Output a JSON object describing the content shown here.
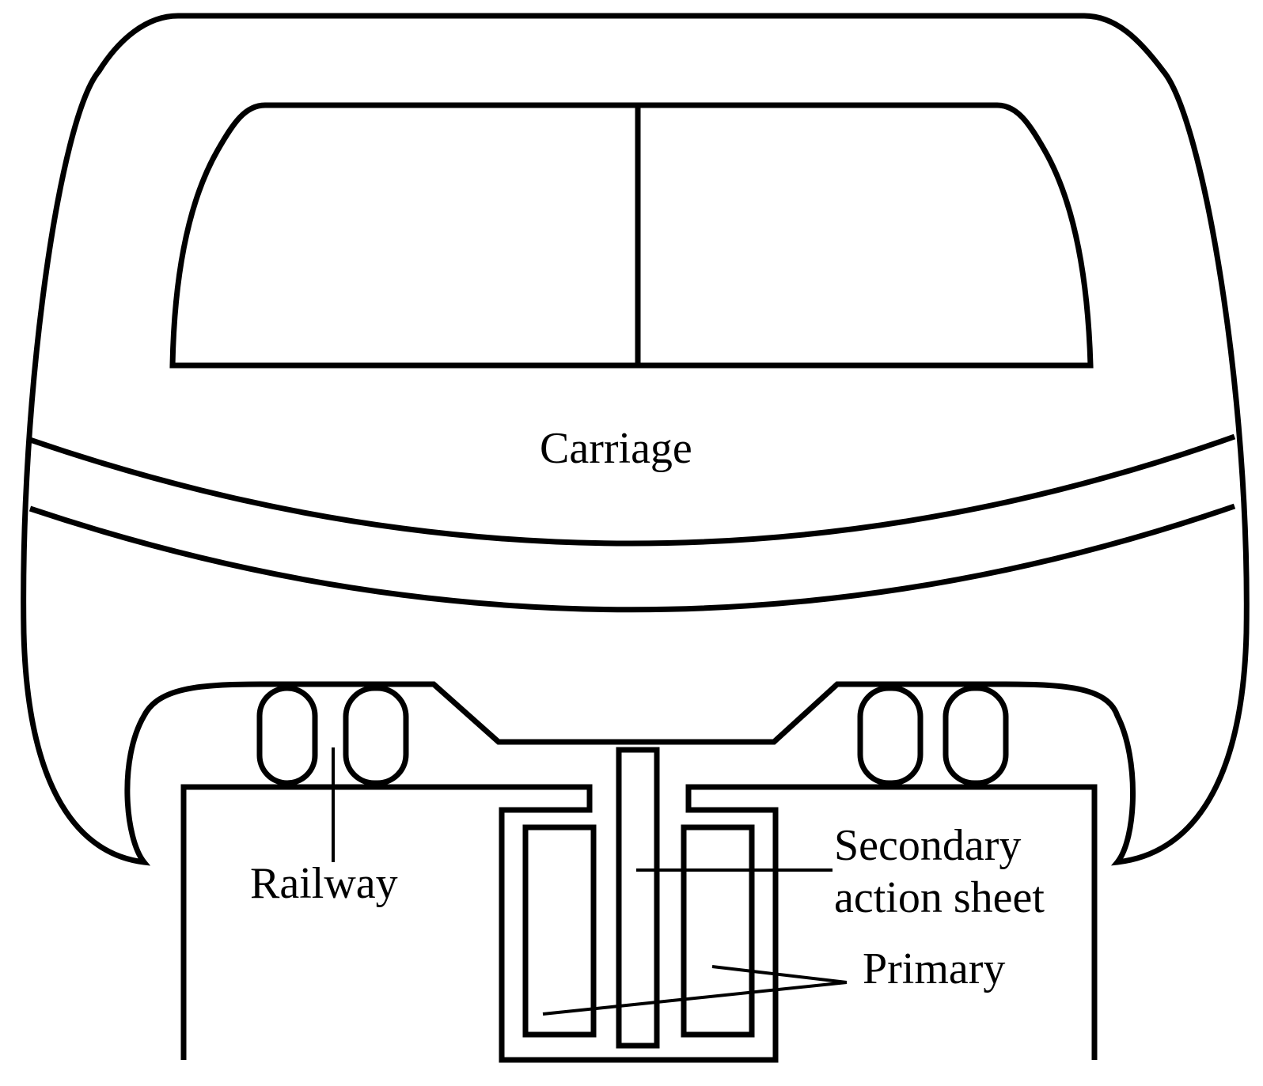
{
  "labels": {
    "carriage": "Carriage",
    "railway": "Railway",
    "secondary_line1": "Secondary",
    "secondary_line2": "action sheet",
    "primary": "Primary"
  },
  "colors": {
    "stroke": "#000000",
    "background": "#ffffff"
  }
}
